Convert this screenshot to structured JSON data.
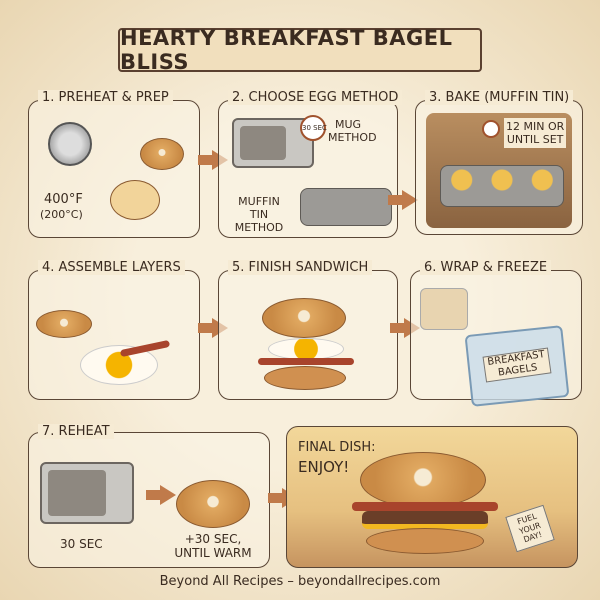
{
  "title": "HEARTY BREAKFAST BAGEL BLISS",
  "steps": [
    {
      "title": "1. PREHEAT & PREP",
      "labels": [
        "400°F",
        "(200°C)"
      ]
    },
    {
      "title": "2. CHOOSE EGG METHOD",
      "labels": [
        "MUG METHOD",
        "MUFFIN TIN METHOD",
        "30 SEC"
      ]
    },
    {
      "title": "3. BAKE (MUFFIN TIN)",
      "labels": [
        "12 MIN OR",
        "UNTIL SET"
      ]
    },
    {
      "title": "4. ASSEMBLE LAYERS",
      "labels": []
    },
    {
      "title": "5. FINISH SANDWICH",
      "labels": []
    },
    {
      "title": "6. WRAP & FREEZE",
      "labels": [
        "BREAKFAST BAGELS"
      ]
    },
    {
      "title": "7. REHEAT",
      "labels": [
        "30 SEC",
        "+30 SEC,",
        "UNTIL WARM"
      ]
    }
  ],
  "final": {
    "title": "FINAL DISH:",
    "subtitle": "ENJOY!",
    "tag": "FUEL YOUR DAY!"
  },
  "footer": "Beyond All Recipes – beyondallrecipes.com",
  "colors": {
    "arrow": "#c07a4a",
    "background": "#f3e6cc",
    "ink": "#3a2b20"
  }
}
